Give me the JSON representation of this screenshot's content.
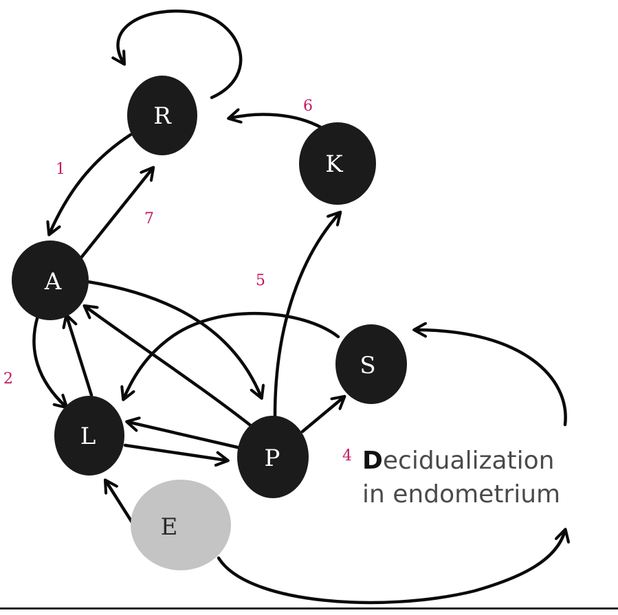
{
  "nodes": {
    "R": "R",
    "K": "K",
    "A": "A",
    "L": "L",
    "P": "P",
    "S": "S",
    "E": "E"
  },
  "edge_numbers": {
    "n1": "1",
    "n2": "2",
    "n4": "4",
    "n5": "5",
    "n6": "6",
    "n7": "7"
  },
  "caption": {
    "initial": "D",
    "line1_rest": "ecidualization",
    "line2": "in endometrium"
  },
  "colors": {
    "node_dark": "#1b1b1b",
    "node_light": "#c4c4c4",
    "edge": "#0a0a0a",
    "number": "#c2185b"
  }
}
